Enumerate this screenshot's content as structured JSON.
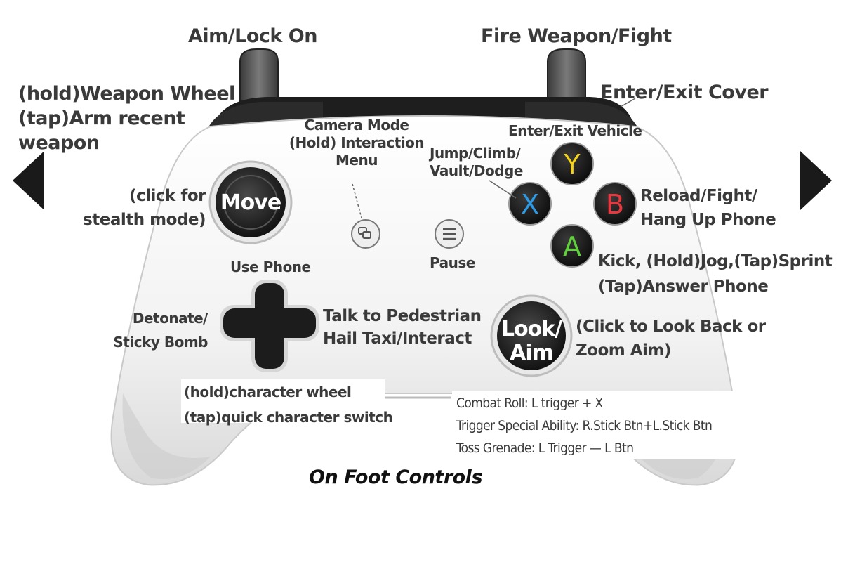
{
  "controller": {
    "stick_left": "Move",
    "stick_right_line1": "Look/",
    "stick_right_line2": "Aim",
    "button_y": "Y",
    "button_x": "X",
    "button_b": "B",
    "button_a": "A"
  },
  "labels": {
    "lt": "Aim/Lock On",
    "rt": "Fire Weapon/Fight",
    "lb_line1": "(hold)Weapon Wheel",
    "lb_line2": "(tap)Arm recent",
    "lb_line3": "weapon",
    "rb": "Enter/Exit Cover",
    "view_line1": "Camera Mode",
    "view_line2": "(Hold) Interaction",
    "view_line3": "Menu",
    "y": "Enter/Exit Vehicle",
    "x_line1": "Jump/Climb/",
    "x_line2": "Vault/Dodge",
    "b_line1": "Reload/Fight/",
    "b_line2": "Hang Up Phone",
    "a_line1": "Kick, (Hold)Jog,(Tap)Sprint",
    "a_line2": "(Tap)Answer Phone",
    "ls_line1": "(click for",
    "ls_line2": "stealth mode)",
    "menu": "Pause",
    "dpad_up": "Use Phone",
    "dpad_left_line1": "Detonate/",
    "dpad_left_line2": "Sticky Bomb",
    "dpad_right_line1": "Talk to Pedestrian",
    "dpad_right_line2": "Hail Taxi/Interact",
    "dpad_down_line1": "(hold)character wheel",
    "dpad_down_line2": "(tap)quick character switch",
    "rs_line1": "(Click to Look Back or",
    "rs_line2": "Zoom Aim)"
  },
  "combos": [
    "Combat Roll: L trigger + X",
    "Trigger Special Ability: R.Stick Btn+L.Stick Btn",
    "Toss Grenade: L Trigger — L Btn"
  ],
  "caption": "On Foot Controls",
  "colors": {
    "button_y": "#f2d21a",
    "button_x": "#2e9ae6",
    "button_b": "#e8383f",
    "button_a": "#5fd13a",
    "body": "#f4f4f4",
    "label_text": "#3a3a3a"
  },
  "icons": {
    "prev": "triangle-left-icon",
    "next": "triangle-right-icon",
    "view": "view-button-icon",
    "menu": "menu-button-icon"
  }
}
